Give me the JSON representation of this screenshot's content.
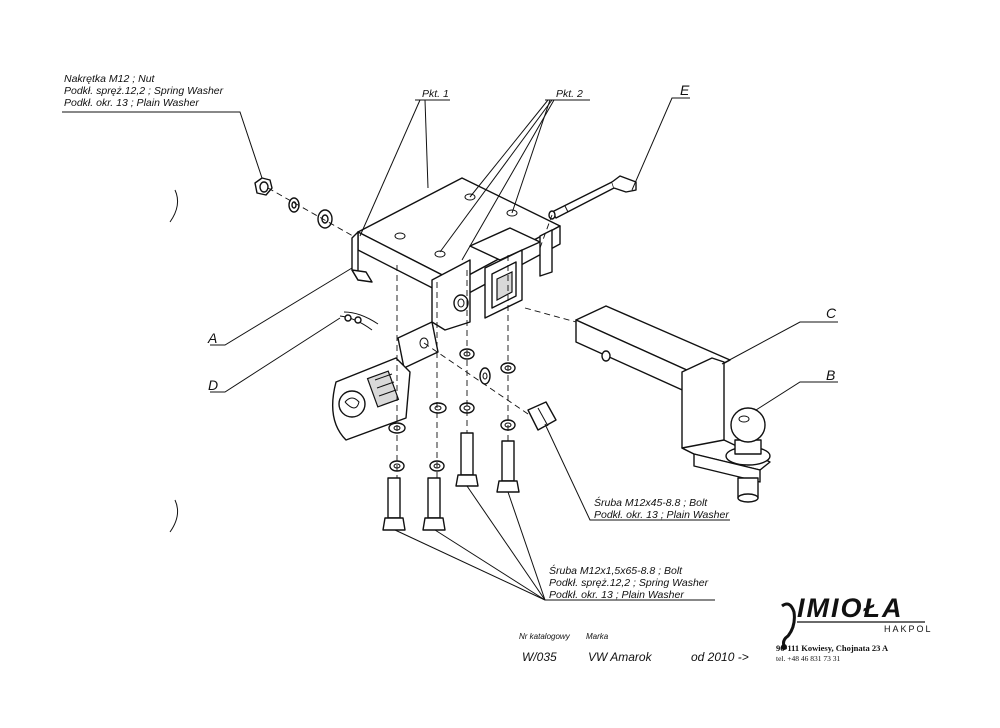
{
  "labels": {
    "nut_line1": "Nakrętka  M12 ; Nut",
    "nut_line2": "Podkł. spręż.12,2 ; Spring Washer",
    "nut_line3": "Podkł. okr. 13 ; Plain Washer",
    "pkt1": "Pkt. 1",
    "pkt2": "Pkt. 2",
    "part_a": "A",
    "part_b": "B",
    "part_c": "C",
    "part_d": "D",
    "part_e": "E",
    "bolt45_line1": "Śruba M12x45-8.8 ;  Bolt",
    "bolt45_line2": "Podkł. okr. 13 ; Plain Washer",
    "bolt65_line1": "Śruba M12x1,5x65-8.8 ;  Bolt",
    "bolt65_line2": "Podkł. spręż.12,2 ; Spring Washer",
    "bolt65_line3": "Podkł. okr. 13 ; Plain Washer"
  },
  "footer": {
    "catalog_label": "Nr katalogowy",
    "catalog_value": "W/035",
    "brand_label": "Marka",
    "brand_value": "VW Amarok",
    "from_value": "od 2010 ->",
    "logo": "IMIOŁA",
    "logo_sub": "HAKPOL",
    "address": "96-111 Kowiesy, Chojnata 23 A",
    "phone": "tel. +48 46 831 73 31"
  },
  "colors": {
    "ink": "#111111",
    "paper": "#ffffff",
    "shade": "#d9d9d9"
  }
}
